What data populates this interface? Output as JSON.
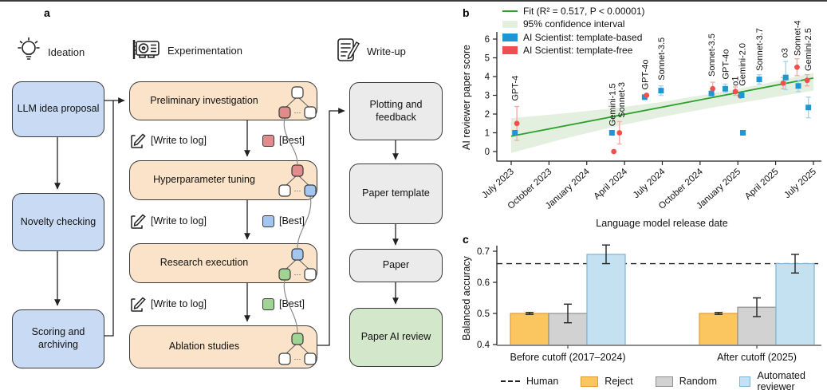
{
  "panels": {
    "a": "a",
    "b": "b",
    "c": "c"
  },
  "panel_a": {
    "headers": [
      {
        "icon": "lightbulb-icon",
        "label": "Ideation"
      },
      {
        "icon": "gpu-icon",
        "label": "Experimentation"
      },
      {
        "icon": "document-pencil-icon",
        "label": "Write-up"
      }
    ],
    "ideation_boxes": [
      {
        "label": "LLM idea proposal"
      },
      {
        "label": "Novelty checking"
      },
      {
        "label": "Scoring and archiving"
      }
    ],
    "experimentation_boxes": [
      {
        "label": "Preliminary investigation",
        "tree": {
          "top": "white",
          "left": "red",
          "right": "white"
        }
      },
      {
        "label": "Hyperparameter tuning",
        "tree": {
          "top": "red",
          "left": "white",
          "right": "blue"
        }
      },
      {
        "label": "Research execution",
        "tree": {
          "top": "blue",
          "left": "green",
          "right": "white"
        }
      },
      {
        "label": "Ablation studies",
        "tree": {
          "top": "green",
          "left": "white",
          "right": "white"
        }
      }
    ],
    "log_rows": [
      {
        "write_label": "[Write to log]",
        "best_label": "[Best]",
        "best_color": "#E08C8C"
      },
      {
        "write_label": "[Write to log]",
        "best_label": "[Best]",
        "best_color": "#A3C6F1"
      },
      {
        "write_label": "[Write to log]",
        "best_label": "[Best]",
        "best_color": "#9FD495"
      }
    ],
    "writeup_boxes": [
      {
        "label": "Plotting and feedback"
      },
      {
        "label": "Paper template"
      },
      {
        "label": "Paper"
      },
      {
        "label": "Paper AI review"
      }
    ],
    "tree_dots": "···",
    "colors": {
      "blue_box": "#C9DBF4",
      "orange_box": "#FAE3C8",
      "gray_box": "#EBEBEB",
      "green_box": "#D3E8CB",
      "node_red": "#E08C8C",
      "node_blue": "#A3C6F1",
      "node_green": "#9FD495",
      "node_white": "#FFFFFF"
    }
  },
  "chart_data": [
    {
      "id": "panel_b",
      "type": "scatter",
      "xlabel": "Language model release date",
      "ylabel": "AI reviewer paper score",
      "x_tick_labels": [
        "July 2023",
        "October 2023",
        "January 2024",
        "April 2024",
        "July 2024",
        "October 2024",
        "January 2025",
        "April 2025",
        "July 2025"
      ],
      "x_tick_months": [
        0,
        3,
        6,
        9,
        12,
        15,
        18,
        21,
        24
      ],
      "y_ticks": [
        0,
        1,
        2,
        3,
        4,
        5,
        6
      ],
      "legend": [
        {
          "label": "Fit (R² = 0.517, P < 0.00001)",
          "type": "line"
        },
        {
          "label": "95% confidence interval",
          "type": "band"
        },
        {
          "label": "AI Scientist: template-based",
          "type": "square",
          "color": "#2095D3"
        },
        {
          "label": "AI Scientist: template-free",
          "type": "square",
          "color": "#F0504D"
        }
      ],
      "colors": {
        "fit": "#2DA02D",
        "band": "#E4F0DF",
        "blue": "#2095D3",
        "blue_err": "#A6D3EF",
        "red": "#F0504D",
        "red_err": "#F5ACA9"
      },
      "fit_line": {
        "x": [
          0,
          24
        ],
        "y": [
          0.82,
          3.92
        ]
      },
      "ci_band": {
        "x": [
          0,
          4,
          8,
          12,
          16,
          20,
          24
        ],
        "upper": [
          1.78,
          2.02,
          2.3,
          2.65,
          3.1,
          3.6,
          4.2
        ],
        "lower": [
          -0.08,
          0.65,
          1.3,
          1.85,
          2.35,
          2.8,
          3.25
        ]
      },
      "points": [
        {
          "model": "GPT-4",
          "month": 0.3,
          "series": "template-based",
          "y": 1.0,
          "lo": 0.9,
          "hi": 1.1
        },
        {
          "model": "GPT-4",
          "month": 0.45,
          "series": "template-free",
          "y": 1.5,
          "lo": 0.6,
          "hi": 2.4
        },
        {
          "model": "Gemini-1.5",
          "month": 8.0,
          "series": "template-based",
          "y": 1.0,
          "lo": 0.95,
          "hi": 1.05
        },
        {
          "model": "Gemini-1.5",
          "month": 8.15,
          "series": "template-free",
          "y": 0.0,
          "lo": 0.0,
          "hi": 0.05
        },
        {
          "model": "Sonnet-3",
          "month": 8.6,
          "series": "template-free",
          "y": 1.0,
          "lo": 0.4,
          "hi": 1.6
        },
        {
          "model": "GPT-4o",
          "month": 10.6,
          "series": "template-based",
          "y": 2.9,
          "lo": 2.8,
          "hi": 3.0
        },
        {
          "model": "GPT-4o",
          "month": 10.75,
          "series": "template-free",
          "y": 3.0,
          "lo": 2.95,
          "hi": 3.05
        },
        {
          "model": "Sonnet-3.5",
          "month": 11.9,
          "series": "template-based",
          "y": 3.25,
          "lo": 3.0,
          "hi": 3.5
        },
        {
          "model": "Sonnet-3.5",
          "month": 15.9,
          "series": "template-based",
          "y": 3.1,
          "lo": 3.0,
          "hi": 3.2
        },
        {
          "model": "Sonnet-3.5",
          "month": 16.0,
          "series": "template-free",
          "y": 3.35,
          "lo": 3.05,
          "hi": 3.7
        },
        {
          "model": "GPT-4o",
          "month": 17.0,
          "series": "template-based",
          "y": 3.35,
          "lo": 3.15,
          "hi": 3.6
        },
        {
          "model": "o1",
          "month": 17.8,
          "series": "template-free",
          "y": 3.2,
          "lo": 3.0,
          "hi": 3.45
        },
        {
          "model": "Gemini-2.0",
          "month": 18.2,
          "series": "template-free",
          "y": 2.97,
          "lo": 2.9,
          "hi": 3.05
        },
        {
          "model": "Gemini-2.0",
          "month": 18.3,
          "series": "template-based",
          "y": 3.0,
          "lo": 2.9,
          "hi": 3.1
        },
        {
          "model": "",
          "month": 18.4,
          "series": "template-based",
          "y": 1.0,
          "lo": 0.97,
          "hi": 1.03
        },
        {
          "model": "Sonnet-3.7",
          "month": 19.7,
          "series": "template-based",
          "y": 3.85,
          "lo": 3.6,
          "hi": 4.1
        },
        {
          "model": "o3",
          "month": 21.6,
          "series": "template-free",
          "y": 3.65,
          "lo": 3.35,
          "hi": 3.95
        },
        {
          "model": "o3",
          "month": 21.8,
          "series": "template-based",
          "y": 3.95,
          "lo": 3.3,
          "hi": 4.8
        },
        {
          "model": "Sonnet-4",
          "month": 22.7,
          "series": "template-free",
          "y": 4.5,
          "lo": 4.05,
          "hi": 4.95
        },
        {
          "model": "Sonnet-4",
          "month": 22.8,
          "series": "template-based",
          "y": 3.5,
          "lo": 3.2,
          "hi": 3.8
        },
        {
          "model": "Gemini-2.5",
          "month": 23.5,
          "series": "template-free",
          "y": 3.8,
          "lo": 3.5,
          "hi": 4.1
        },
        {
          "model": "Gemini-2.5",
          "month": 23.6,
          "series": "template-based",
          "y": 2.35,
          "lo": 1.8,
          "hi": 2.9
        }
      ],
      "point_labels": [
        {
          "text": "GPT-4",
          "month": 0.3,
          "y": 2.7
        },
        {
          "text": "Gemini-1.5",
          "month": 8.0,
          "y": 1.35
        },
        {
          "text": "Sonnet-3",
          "month": 8.75,
          "y": 1.8
        },
        {
          "text": "GPT-4o",
          "month": 10.6,
          "y": 3.3
        },
        {
          "text": "Sonnet-3.5",
          "month": 11.9,
          "y": 3.8
        },
        {
          "text": "Sonnet-3.5",
          "month": 15.9,
          "y": 4.0
        },
        {
          "text": "GPT-4o",
          "month": 17.0,
          "y": 3.85
        },
        {
          "text": "o1",
          "month": 17.75,
          "y": 3.5
        },
        {
          "text": "Gemini-2.0",
          "month": 18.35,
          "y": 3.5
        },
        {
          "text": "Sonnet-3.7",
          "month": 19.7,
          "y": 4.3
        },
        {
          "text": "o3",
          "month": 21.7,
          "y": 5.0
        },
        {
          "text": "Sonnet-4",
          "month": 22.7,
          "y": 5.1
        },
        {
          "text": "Gemini-2.5",
          "month": 23.55,
          "y": 4.3
        }
      ]
    },
    {
      "id": "panel_c",
      "type": "bar",
      "ylabel": "Balanced accuracy",
      "y_ticks": [
        0.4,
        0.5,
        0.6,
        0.7
      ],
      "ylim": [
        0.4,
        0.75
      ],
      "groups": [
        "Before cutoff (2017–2024)",
        "After cutoff (2025)"
      ],
      "series": [
        {
          "name": "Reject",
          "color": "#FBC55F",
          "edge": "#E29A38",
          "values": [
            0.5,
            0.5
          ],
          "err_lo": [
            0.497,
            0.497
          ],
          "err_hi": [
            0.503,
            0.503
          ]
        },
        {
          "name": "Random",
          "color": "#D2D2D2",
          "edge": "#8F8F8F",
          "values": [
            0.5,
            0.52
          ],
          "err_lo": [
            0.47,
            0.49
          ],
          "err_hi": [
            0.53,
            0.55
          ]
        },
        {
          "name": "Automated reviewer",
          "color": "#C3E1F1",
          "edge": "#7FB4D4",
          "values": [
            0.69,
            0.66
          ],
          "err_lo": [
            0.66,
            0.63
          ],
          "err_hi": [
            0.72,
            0.69
          ]
        }
      ],
      "human_line": {
        "label": "Human",
        "value": 0.66,
        "style": "dashed"
      },
      "legend": [
        {
          "label": "Human",
          "type": "dash"
        },
        {
          "label": "Reject",
          "type": "bar",
          "color": "#FBC55F"
        },
        {
          "label": "Random",
          "type": "bar",
          "color": "#D2D2D2"
        },
        {
          "label": "Automated reviewer",
          "type": "bar",
          "color": "#C3E1F1"
        }
      ]
    }
  ]
}
